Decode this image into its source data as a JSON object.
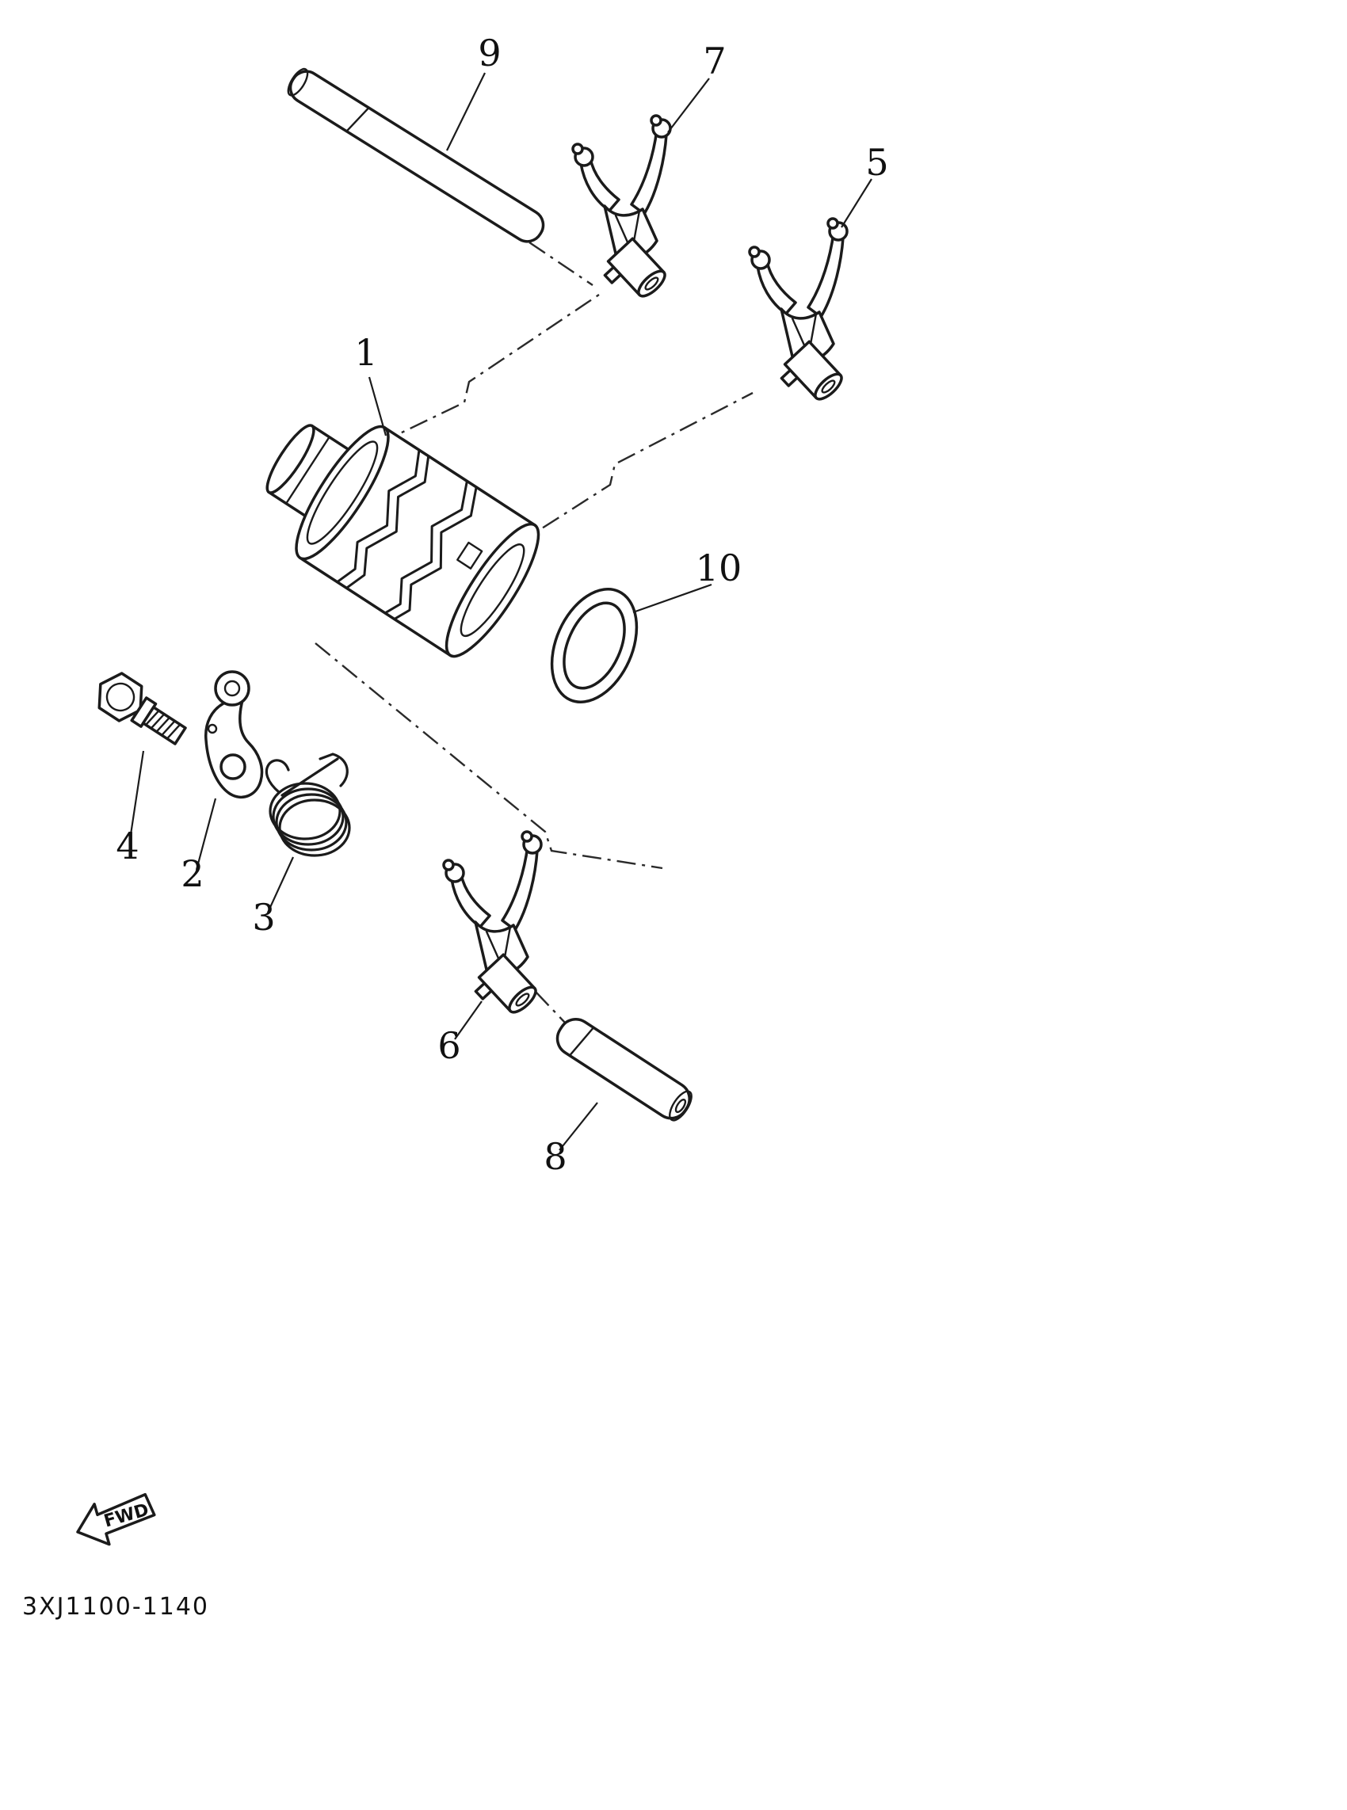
{
  "diagram": {
    "code": "3XJ1100-1140",
    "fwd_label": "FWD",
    "fwd_arrow_icon": "left-arrow"
  },
  "labels": [
    "1",
    "2",
    "3",
    "4",
    "5",
    "6",
    "7",
    "8",
    "9",
    "10"
  ]
}
